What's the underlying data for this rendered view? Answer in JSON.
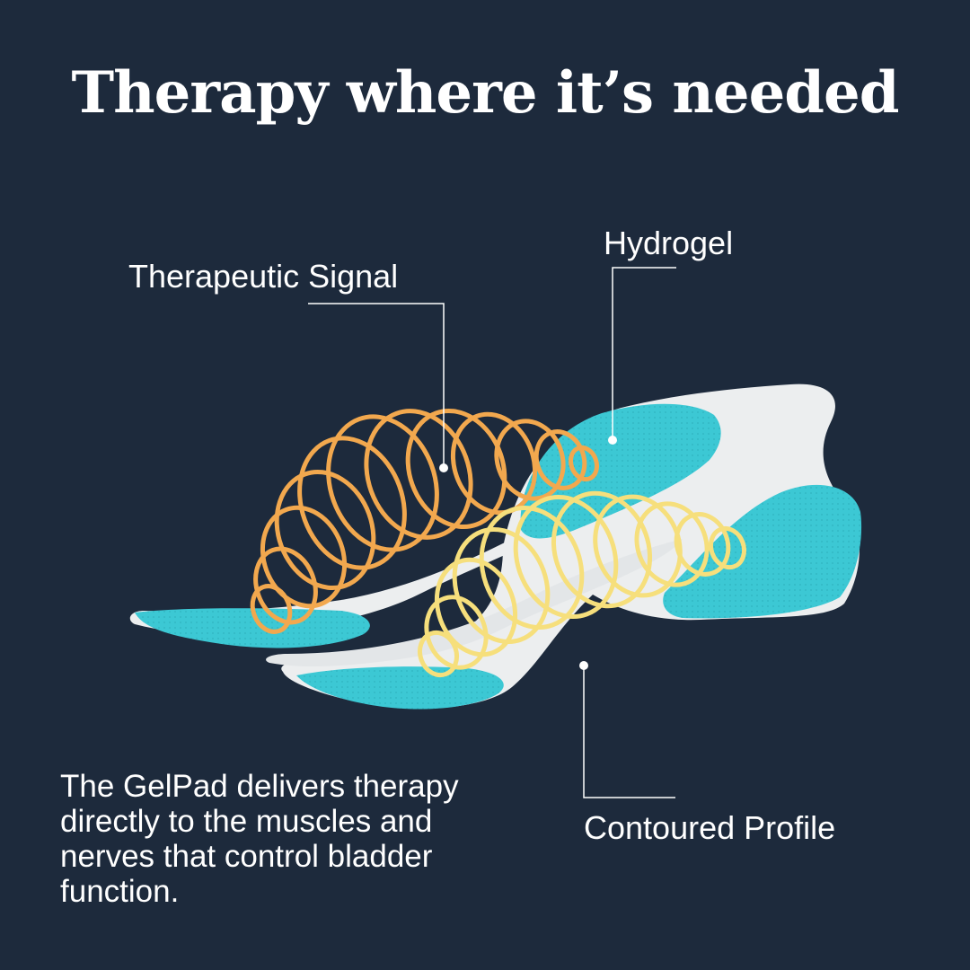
{
  "title": "Therapy where it’s needed",
  "labels": {
    "therapeutic_signal": "Therapeutic Signal",
    "hydrogel": "Hydrogel",
    "contoured_profile": "Contoured Profile"
  },
  "description": "The GelPad delivers therapy directly to the muscles and nerves that control bladder function.",
  "colors": {
    "background": "#1d2a3c",
    "hydrogel": "#3cc8d4",
    "pad_body": "#eceeef",
    "signal_orange": "#f2a84e",
    "signal_yellow": "#f6df7c",
    "text": "#ffffff"
  }
}
